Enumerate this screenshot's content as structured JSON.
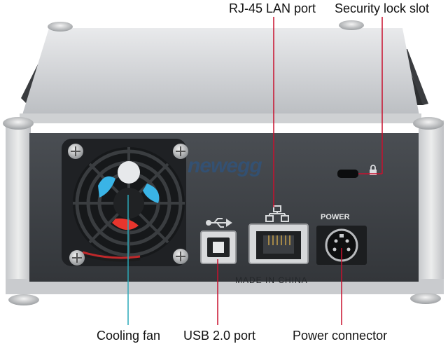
{
  "callouts": {
    "rj45": "RJ-45 LAN port",
    "security_lock": "Security lock slot",
    "cooling_fan": "Cooling fan",
    "usb": "USB 2.0 port",
    "power": "Power connector"
  },
  "device_markings": {
    "power_label": "POWER",
    "made_in": "MADE IN CHINA",
    "watermark": "newegg"
  },
  "icons": [
    "usb-icon",
    "network-icon",
    "padlock-icon",
    "fan-icon"
  ],
  "colors": {
    "callout_line": "#c8102e",
    "fan_line": "#2aa8b8",
    "panel": "#3e4247",
    "chassis": "#d6d8da"
  }
}
